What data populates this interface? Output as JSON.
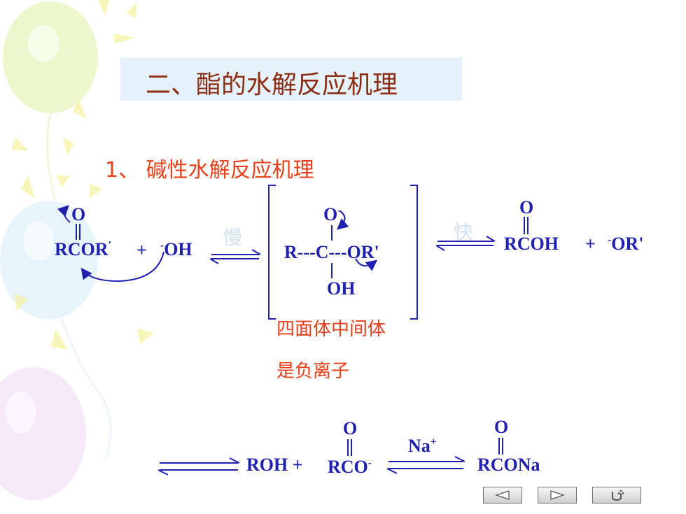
{
  "slide": {
    "title": "二、酯的水解反应机理",
    "subtitle": "1、  碱性水解反应机理",
    "note_line1": "四面体中间体",
    "note_line2": "是负离子",
    "slow_label": "慢",
    "fast_label": "快"
  },
  "reaction1": {
    "ester_o": "O",
    "ester": "RCOR",
    "ester_prime": "'",
    "plus": "+",
    "oh_charge": "-",
    "hydroxide": "OH",
    "int_o": "O",
    "int_o_charge": "-",
    "int_center": "R---C---OR'",
    "int_oh": "OH",
    "prod_o": "O",
    "acid": "RCOH",
    "plus2": "+",
    "alkoxide_charge": "-",
    "alkoxide": "OR'"
  },
  "reaction2": {
    "alcohol": "ROH + ",
    "carboxylate_o": "O",
    "carboxylate": "RCO",
    "carboxylate_charge": "-",
    "reagent": "Na",
    "reagent_charge": "+",
    "salt_o": "O",
    "salt": "RCONa"
  },
  "nav": {
    "prev_icon": "previous-triangle-icon",
    "next_icon": "next-triangle-icon",
    "return_icon": "return-arrow-icon"
  },
  "colors": {
    "chem_blue": "#1f1fb0",
    "title_brown": "#8b2d14",
    "accent_red": "#e8401a",
    "title_bg": "#e6f2fb"
  }
}
